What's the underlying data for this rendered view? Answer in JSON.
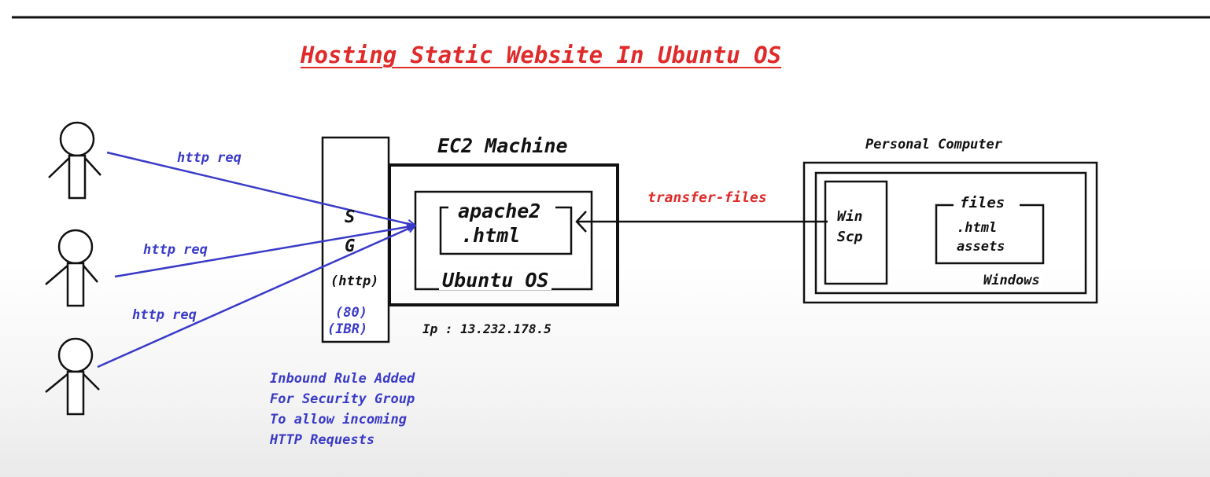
{
  "title": "Hosting Static Website In Ubuntu OS",
  "users": [
    {
      "request_label": "http req"
    },
    {
      "request_label": "http req"
    },
    {
      "request_label": "http req"
    }
  ],
  "security_group": {
    "letters": [
      "S",
      "G"
    ],
    "protocol": "(http)",
    "port": "(80)",
    "rule": "(IBR)"
  },
  "ec2": {
    "title": "EC2 Machine",
    "server_line1": "apache2",
    "server_line2": ".html",
    "os_label": "Ubuntu OS",
    "ip_text": "Ip : 13.232.178.5"
  },
  "transfer_label": "transfer-files",
  "personal_computer": {
    "title": "Personal Computer",
    "winscp_line1": "Win",
    "winscp_line2": "Scp",
    "files_title": "files",
    "files_items": [
      ".html",
      "assets"
    ],
    "os_label": "Windows"
  },
  "note_lines": [
    "Inbound Rule Added",
    "For Security Group",
    "To allow incoming",
    "HTTP Requests"
  ],
  "colors": {
    "title": "#e02a2a",
    "request_arrows": "#3a3ac8",
    "transfer_label": "#e02a2a",
    "lines": "#111111"
  }
}
